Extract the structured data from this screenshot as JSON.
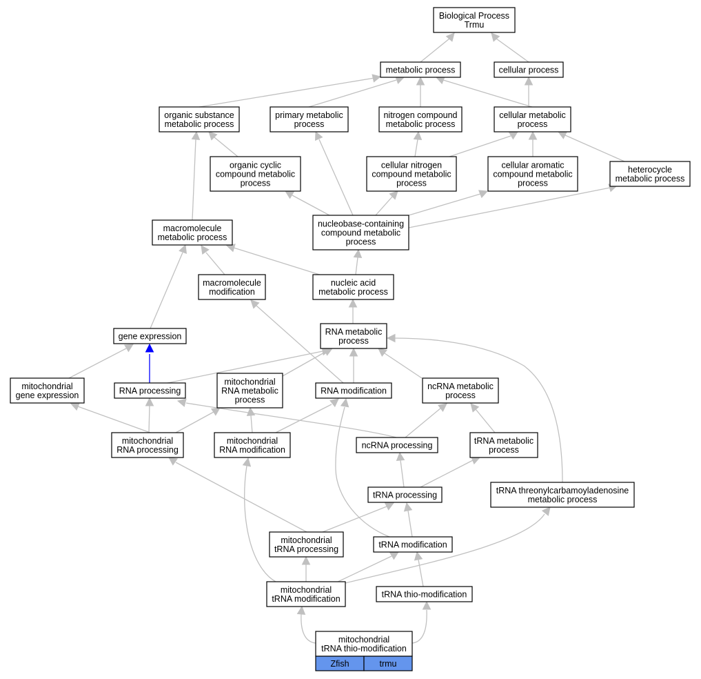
{
  "graph": {
    "nodes": {
      "bp": [
        "Biological Process",
        "Trmu"
      ],
      "metab": [
        "metabolic process"
      ],
      "cellular": [
        "cellular process"
      ],
      "org_sub": [
        "organic substance",
        "metabolic process"
      ],
      "primary": [
        "primary metabolic",
        "process"
      ],
      "nitrogen": [
        "nitrogen compound",
        "metabolic process"
      ],
      "cell_metab": [
        "cellular metabolic",
        "process"
      ],
      "org_cyclic": [
        "organic cyclic",
        "compound metabolic",
        "process"
      ],
      "cell_nitro": [
        "cellular nitrogen",
        "compound metabolic",
        "process"
      ],
      "cell_arom": [
        "cellular aromatic",
        "compound metabolic",
        "process"
      ],
      "heterocycle": [
        "heterocycle",
        "metabolic process"
      ],
      "macro_metab": [
        "macromolecule",
        "metabolic process"
      ],
      "nucleobase": [
        "nucleobase-containing",
        "compound metabolic",
        "process"
      ],
      "macro_mod": [
        "macromolecule",
        "modification"
      ],
      "nucleic": [
        "nucleic acid",
        "metabolic process"
      ],
      "gene_expr": [
        "gene expression"
      ],
      "rna_metab": [
        "RNA metabolic",
        "process"
      ],
      "mito_gene": [
        "mitochondrial",
        "gene expression"
      ],
      "rna_proc": [
        "RNA processing"
      ],
      "mito_rna_metab": [
        "mitochondrial",
        "RNA metabolic",
        "process"
      ],
      "rna_mod": [
        "RNA modification"
      ],
      "ncrna_metab": [
        "ncRNA metabolic",
        "process"
      ],
      "mito_rna_proc": [
        "mitochondrial",
        "RNA processing"
      ],
      "mito_rna_mod": [
        "mitochondrial",
        "RNA modification"
      ],
      "ncrna_proc": [
        "ncRNA processing"
      ],
      "trna_metab": [
        "tRNA metabolic",
        "process"
      ],
      "trna_proc": [
        "tRNA processing"
      ],
      "trna_threonyl": [
        "tRNA threonylcarbamoyladenosine",
        "metabolic process"
      ],
      "mito_trna_proc": [
        "mitochondrial",
        "tRNA processing"
      ],
      "trna_mod": [
        "tRNA modification"
      ],
      "mito_trna_mod": [
        "mitochondrial",
        "tRNA modification"
      ],
      "trna_thio": [
        "tRNA thio-modification"
      ],
      "mito_trna_thio": [
        "mitochondrial",
        "tRNA thio-modification"
      ]
    },
    "genes": [
      "Zfish",
      "trmu"
    ],
    "colors": {
      "edge": "#c0c0c0",
      "highlight_edge": "#0000ff",
      "gene_fill": "#6495ed",
      "node_border": "#000000"
    }
  }
}
